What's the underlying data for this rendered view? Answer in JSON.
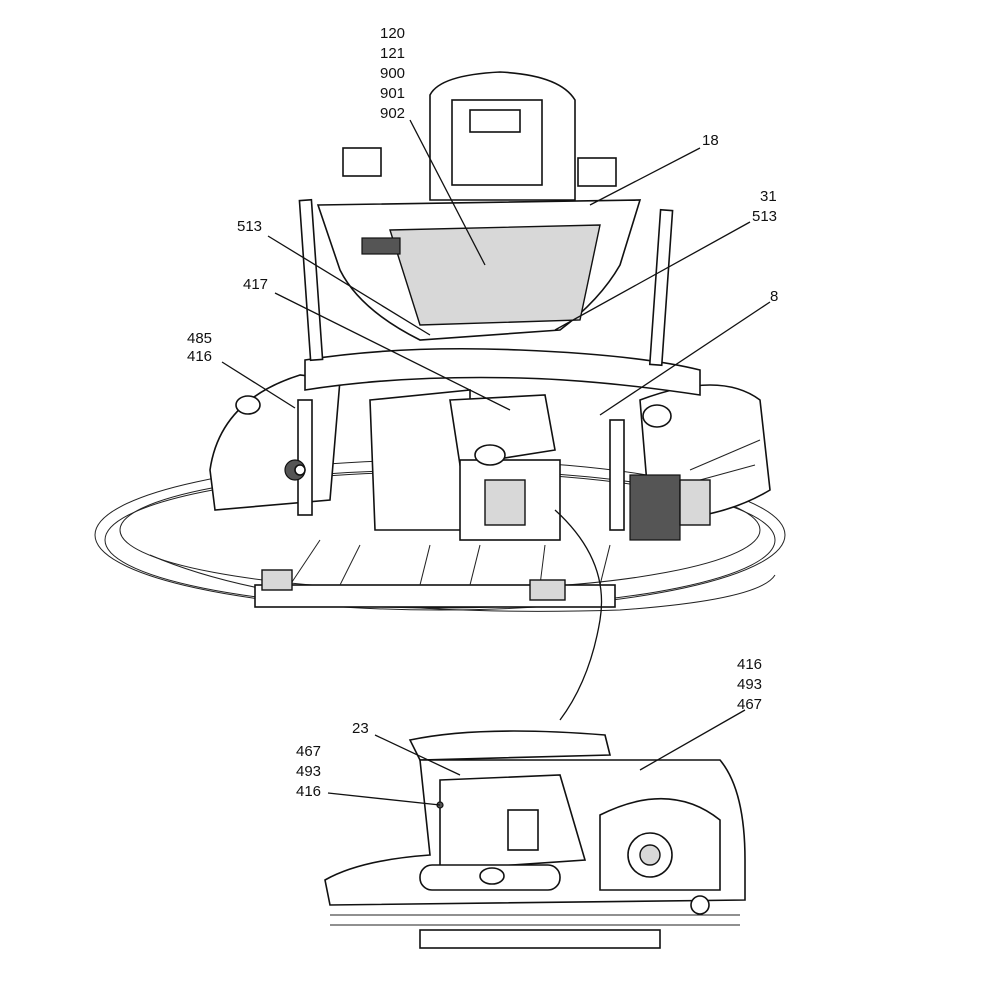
{
  "diagram": {
    "callouts": {
      "seat_group": [
        "120",
        "121",
        "900",
        "901",
        "902"
      ],
      "seat": [
        "18"
      ],
      "right_bracket": [
        "31",
        "513"
      ],
      "left_bracket": [
        "513"
      ],
      "engine_cover": [
        "417"
      ],
      "right_frame": [
        "8"
      ],
      "fuel_cap": [
        "485",
        "416"
      ],
      "detail_right": [
        "416",
        "493",
        "467"
      ],
      "detail_cover": [
        "23"
      ],
      "detail_left": [
        "467",
        "493",
        "416"
      ]
    }
  }
}
